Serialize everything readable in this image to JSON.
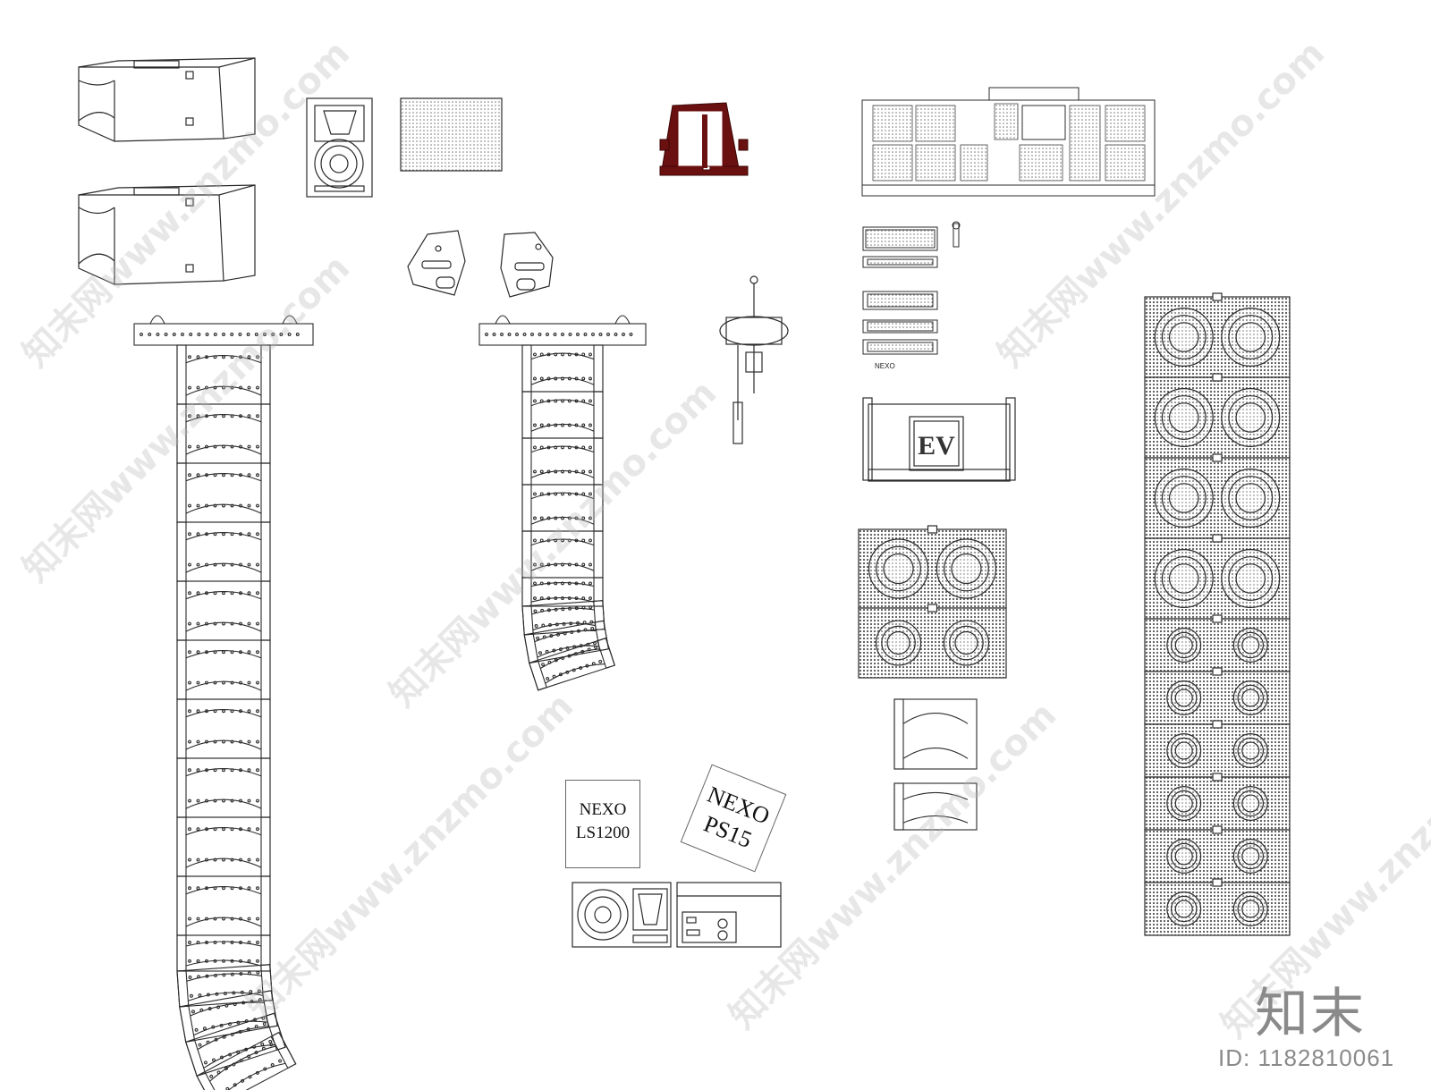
{
  "drawing": {
    "ls1200_card": {
      "line1": "NEXO",
      "line2": "LS1200"
    },
    "ps15_card": {
      "line1": "NEXO",
      "line2": "PS15"
    },
    "amp_rack_label": "NEXO",
    "ev_logo": "EV",
    "brand_mark": "知末",
    "image_id": "ID: 1182810061",
    "watermark": "知末网www.znzmo.com"
  },
  "colors": {
    "line": "#2b2b2b",
    "grille": "#555555",
    "truss": "#6b1010",
    "watermark": "#c8c8c8"
  }
}
